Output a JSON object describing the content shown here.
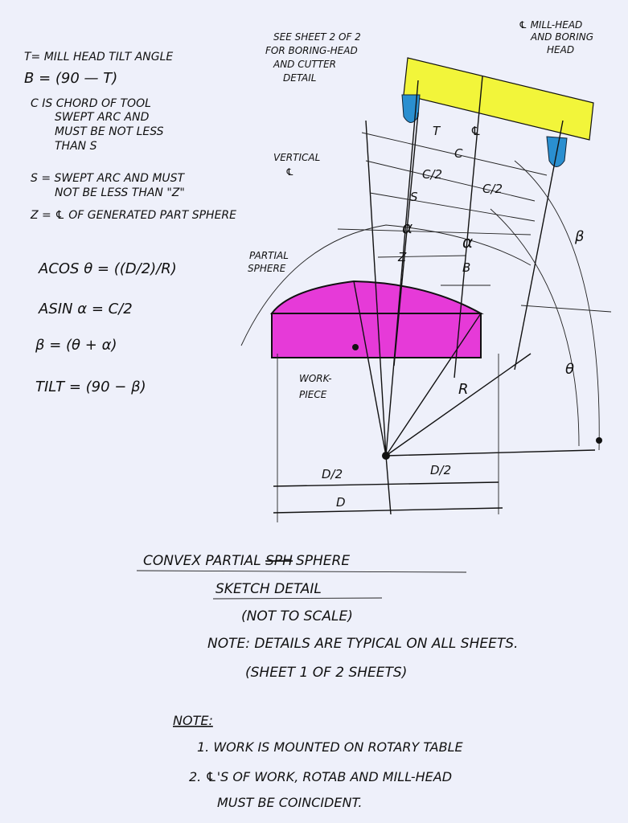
{
  "definitions": {
    "t_def": "T= MILL HEAD TILT ANGLE",
    "b_def": "B = (90 — T)",
    "c_def": [
      "C IS CHORD OF TOOL",
      "SWEPT ARC AND",
      "MUST BE NOT LESS",
      "THAN S"
    ],
    "s_def": [
      "S = SWEPT ARC AND MUST",
      "NOT BE LESS THAN \"Z\""
    ],
    "z_def": "Z = ℄ OF GENERATED PART SPHERE"
  },
  "formulas": {
    "acos": "ACOS θ = ((D/2)/R)",
    "asin": "ASIN α = C/2",
    "beta": "β = (θ + α)",
    "tilt": "TILT = (90 − β)"
  },
  "callouts": {
    "see_sheet": [
      "SEE SHEET 2 OF 2",
      "FOR BORING-HEAD",
      "AND CUTTER",
      "DETAIL"
    ],
    "mill_head": [
      "℄ MILL-HEAD",
      "AND BORING",
      "HEAD"
    ],
    "vertical": [
      "VERTICAL",
      "℄"
    ],
    "partial_sphere": [
      "PARTIAL",
      "SPHERE"
    ],
    "workpiece": [
      "WORK-",
      "PIECE"
    ]
  },
  "dims": {
    "t": "T",
    "cl": "℄",
    "c": "C",
    "c2a": "C/2",
    "c2b": "C/2",
    "s": "S",
    "alpha1": "α",
    "alpha2": "α",
    "z": "Z",
    "b": "B",
    "beta": "β",
    "r": "R",
    "theta": "θ",
    "d2a": "D/2",
    "d2b": "D/2",
    "d": "D"
  },
  "title": {
    "line1_pre": "CONVEX PARTIAL ",
    "line1_struck": "SPH",
    "line1_post": "SPHERE",
    "line2": "SKETCH DETAIL",
    "line3": "(NOT TO SCALE)",
    "note_typical": "NOTE: DETAILS ARE TYPICAL ON ALL SHEETS.",
    "sheet": "(SHEET 1 OF 2 SHEETS)"
  },
  "notes": {
    "heading": "NOTE:",
    "items": [
      "1. WORK IS MOUNTED ON ROTARY TABLE",
      "2. ℄'S OF WORK, ROTAB AND MILL-HEAD",
      "MUST BE COINCIDENT."
    ]
  },
  "colors": {
    "highlight_yellow": "#f2f53a",
    "workpiece_magenta": "#e63ad8",
    "tool_blue": "#2a8fd0"
  }
}
